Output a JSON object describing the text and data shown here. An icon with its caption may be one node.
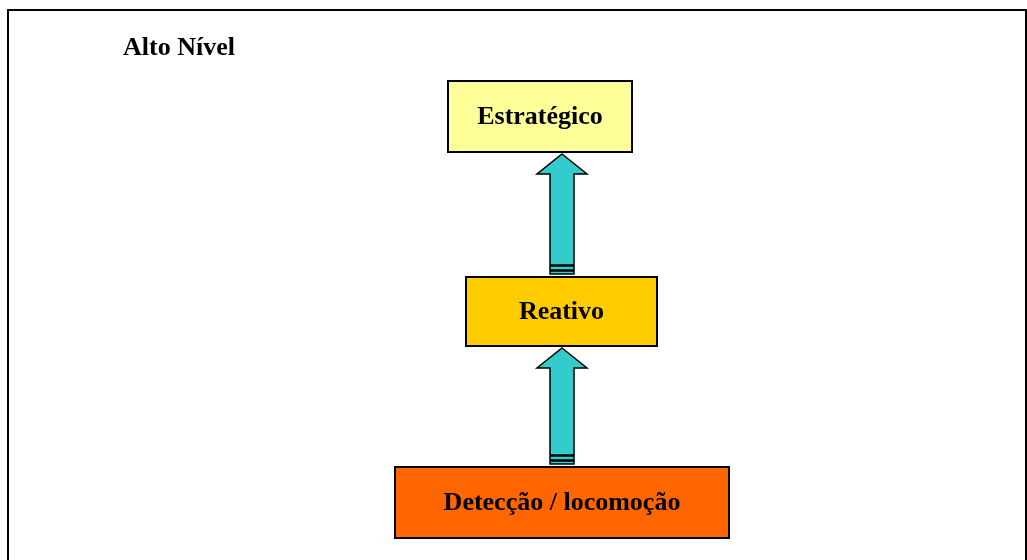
{
  "diagram": {
    "nodes": [
      {
        "text": [
          "Alto Nível"
        ]
      },
      {
        "text": [
          "Estratégico"
        ],
        "in": 0
      },
      {
        "text": [
          "Reativo"
        ],
        "in": 0
      },
      {
        "text": [
          "Detecção / locomoção"
        ],
        "in": 0
      }
    ],
    "edges": [
      {
        "from": 2,
        "to": 1,
        "arrow": "to"
      },
      {
        "from": 3,
        "to": 2,
        "arrow": "to"
      }
    ]
  }
}
